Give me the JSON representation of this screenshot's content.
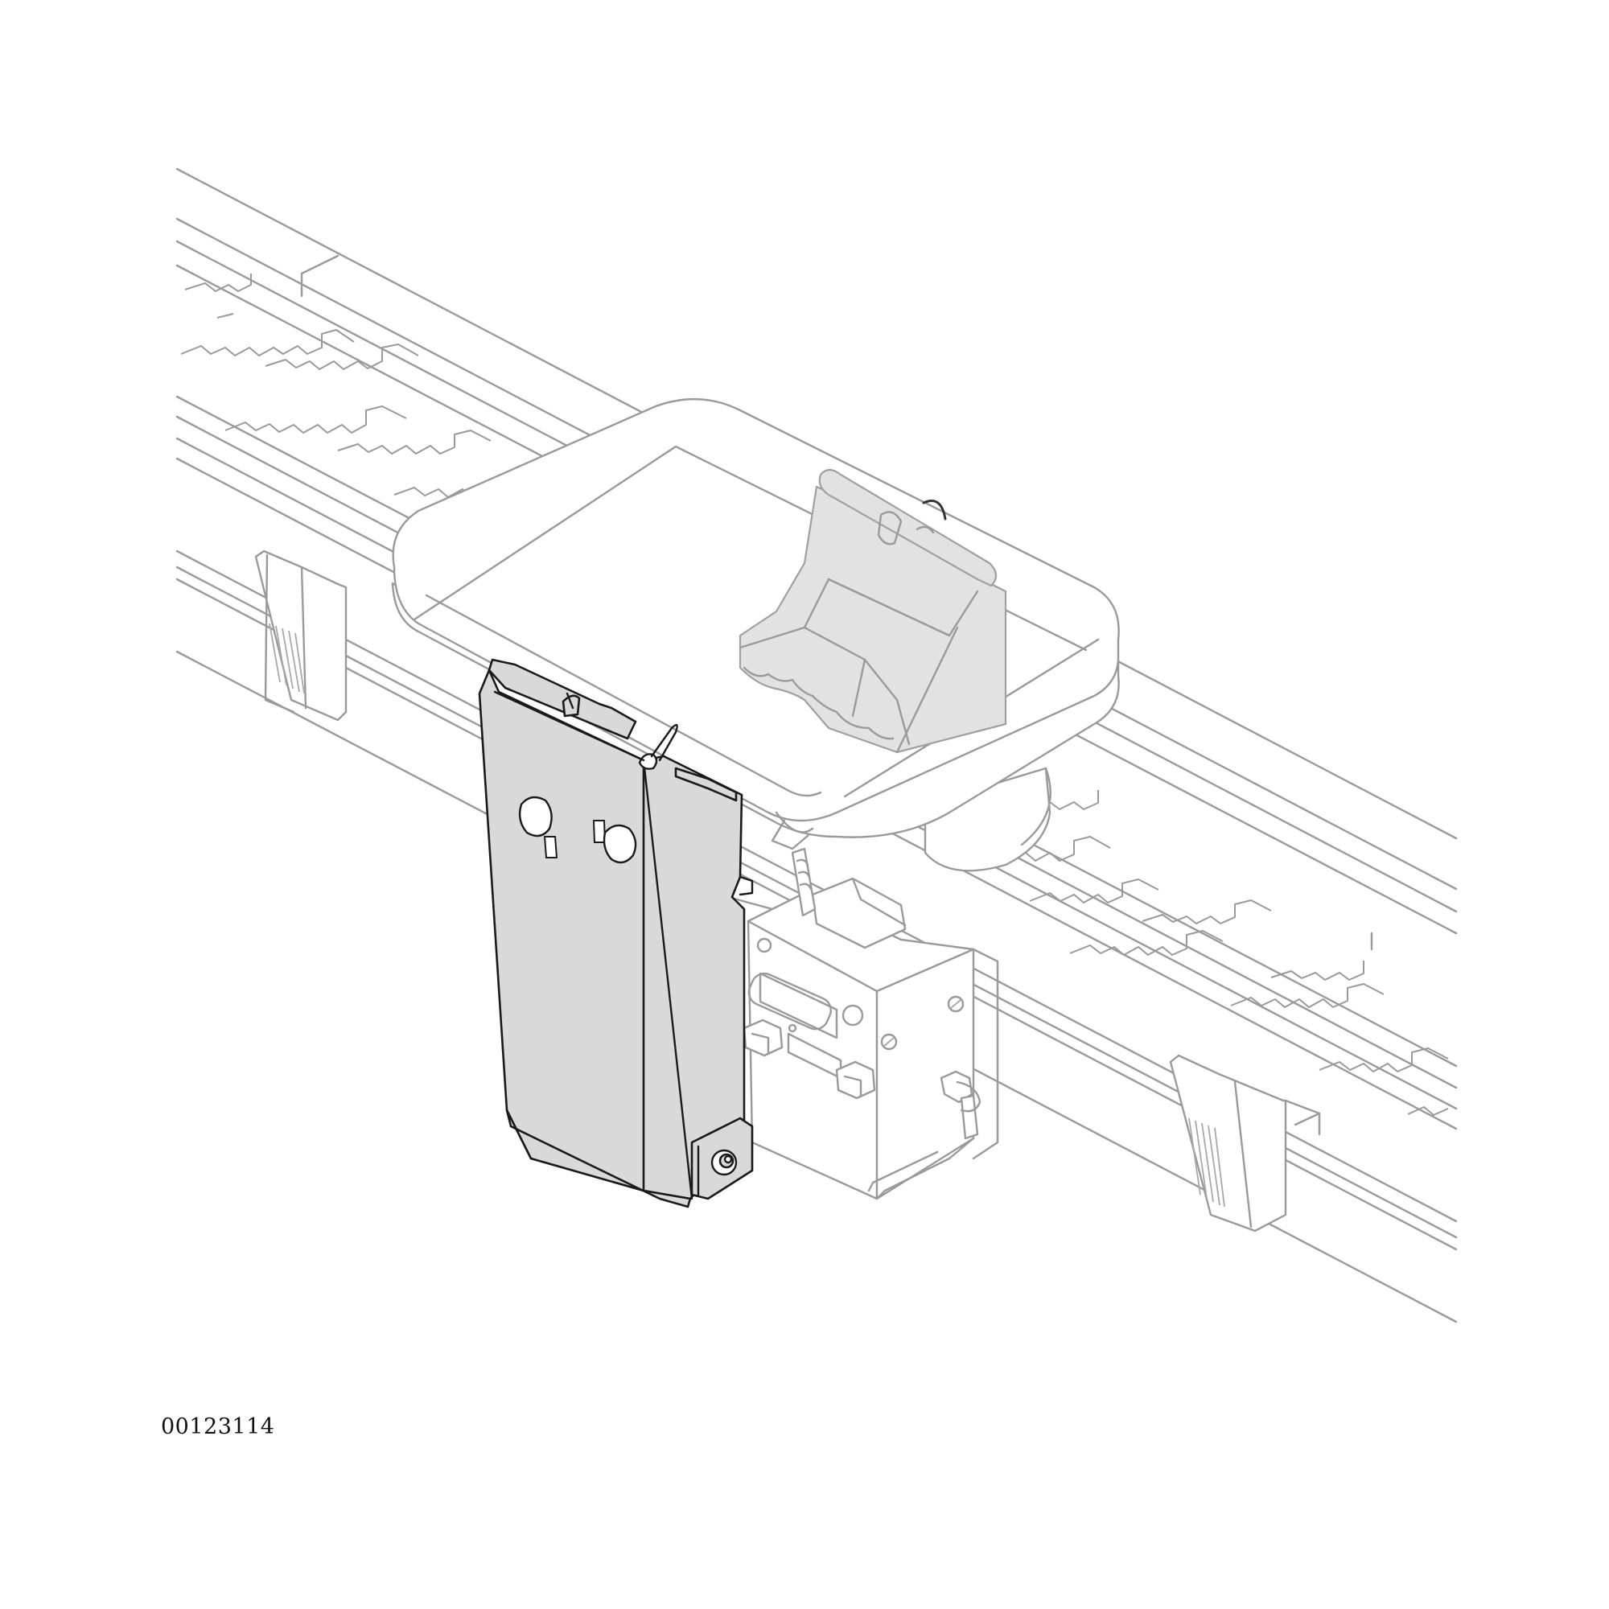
{
  "figure": {
    "id_label": "00123114",
    "description": "Isometric line drawing of a conveyor track section with a workpiece carrier; the mounting bracket on the carrier's side is highlighted in gray"
  },
  "parts": {
    "conveyor_track": {
      "highlighted": false
    },
    "chain_links": {
      "highlighted": false
    },
    "rail_clips": {
      "count": 2,
      "highlighted": false
    },
    "workpiece_carrier_plate": {
      "highlighted": false
    },
    "workpiece_holder": {
      "highlighted": false
    },
    "stop_block_unit": {
      "highlighted": false
    },
    "mounting_bracket": {
      "highlighted": true
    }
  },
  "colors": {
    "background": "#ffffff",
    "line": "#9a9a9a",
    "highlight_fill": "#d9d9d9",
    "highlight_outline": "#1a1a1a",
    "ghost_fill": "#e2e2e2"
  }
}
